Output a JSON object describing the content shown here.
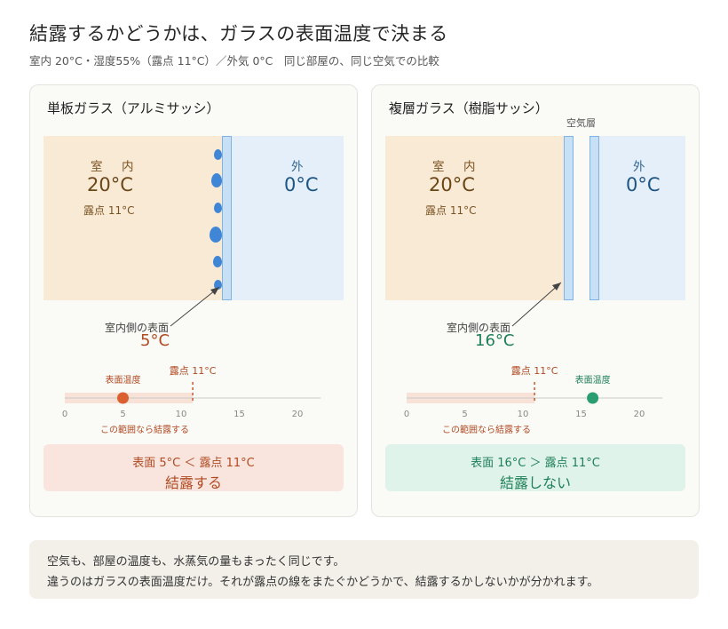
{
  "title": "結露するかどうかは、ガラスの表面温度で決まる",
  "subtitle": "室内 20°C・湿度55%（露点 11°C）／外気 0°C　同じ部屋の、同じ空気での比較",
  "panels": [
    {
      "title": "単板ガラス（アルミサッシ）",
      "gap_label": "",
      "indoor_name": "室　内",
      "indoor_temp": "20°C",
      "indoor_dew": "露点 11°C",
      "outdoor_name": "外",
      "outdoor_temp": "0°C",
      "surface_label": "室内側の表面",
      "surface_temp": "5°C",
      "scale": {
        "ticks": [
          "0",
          "5",
          "10",
          "15",
          "20"
        ],
        "range": [
          0,
          22
        ],
        "dew_point": 11,
        "surface": 5,
        "dew_label": "露点 11°C",
        "surface_marker_label": "表面温度",
        "zone_label": "この範囲なら結露する"
      },
      "result_line1": "表面 5°C ＜ 露点 11°C",
      "result_line2": "結露する",
      "status_color": "#d9602f"
    },
    {
      "title": "複層ガラス（樹脂サッシ）",
      "gap_label": "空気層",
      "indoor_name": "室　内",
      "indoor_temp": "20°C",
      "indoor_dew": "露点 11°C",
      "outdoor_name": "外",
      "outdoor_temp": "0°C",
      "surface_label": "室内側の表面",
      "surface_temp": "16°C",
      "scale": {
        "ticks": [
          "0",
          "5",
          "10",
          "15",
          "20"
        ],
        "range": [
          0,
          22
        ],
        "dew_point": 11,
        "surface": 16,
        "dew_label": "露点 11°C",
        "surface_marker_label": "表面温度",
        "zone_label": "この範囲なら結露する"
      },
      "result_line1": "表面 16°C ＞ 露点 11°C",
      "result_line2": "結露しない",
      "status_color": "#2a9e70"
    }
  ],
  "note_line1": "空気も、部屋の温度も、水蒸気の量もまったく同じです。",
  "note_line2": "違うのはガラスの表面温度だけ。それが露点の線をまたぐかどうかで、結露するかしないかが分かれます。"
}
